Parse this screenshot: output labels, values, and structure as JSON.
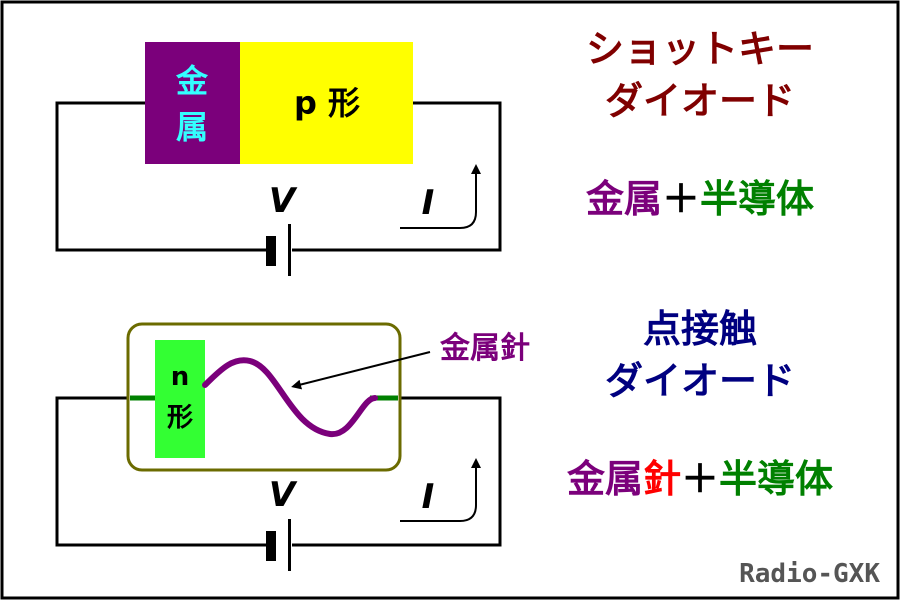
{
  "top": {
    "metal_label_line1": "金",
    "metal_label_line2": "属",
    "semiconductor_label": "p 形",
    "voltage_label": "V",
    "current_label": "I",
    "title_line1": "ショットキー",
    "title_line2": "ダイオード",
    "formula": {
      "metal": "金属",
      "plus": "＋",
      "semiconductor": "半導体"
    }
  },
  "bottom": {
    "semiconductor_label_line1": "n",
    "semiconductor_label_line2": "形",
    "needle_callout": "金属針",
    "voltage_label": "V",
    "current_label": "I",
    "title_line1": "点接触",
    "title_line2": "ダイオード",
    "formula": {
      "metal": "金属",
      "needle": "針",
      "plus": "＋",
      "semiconductor": "半導体"
    }
  },
  "watermark": "Radio-GXK",
  "colors": {
    "purple": "#7b007b",
    "yellow": "#ffff00",
    "cyan": "#33ffff",
    "green_fill": "#33ff33",
    "green_text": "#008000",
    "dark_red": "#800000",
    "navy": "#000080",
    "red": "#ff0000",
    "olive": "#6b6b00",
    "gray": "#555555"
  }
}
